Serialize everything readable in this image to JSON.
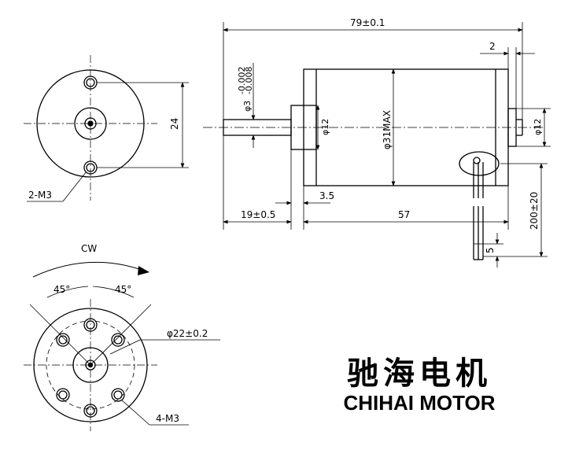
{
  "labels": {
    "overall_length": "79±0.1",
    "flange_thickness": "2",
    "shaft_dia": "φ3-0.002/-0.008",
    "shaft_dia_top": "-0.002",
    "shaft_dia_bot": "-0.008",
    "shaft_dia_main": "φ3",
    "boss_dia_front": "φ12",
    "body_dia": "φ31MAX",
    "boss_dia_rear": "φ12",
    "lead_length": "200±20",
    "strip_length": "5",
    "boss_length": "3.5",
    "shaft_length": "19±0.5",
    "body_length": "57",
    "hole_spacing": "24",
    "front_holes": "2-M3",
    "rotation": "CW",
    "angle_left": "45°",
    "angle_right": "45°",
    "pcd": "φ22±0.2",
    "rear_holes": "4-M3"
  },
  "brand": {
    "chinese": "驰海电机",
    "english": "CHIHAI MOTOR"
  }
}
